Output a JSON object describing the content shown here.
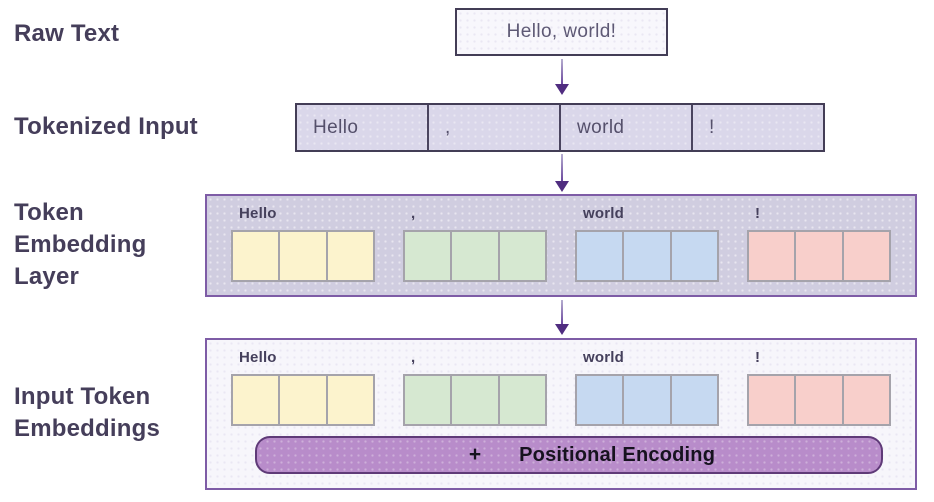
{
  "diagram": {
    "stages": {
      "raw_text": {
        "label": "Raw Text",
        "value": "Hello, world!"
      },
      "tokenized_input": {
        "label": "Tokenized Input",
        "tokens": [
          "Hello",
          ",",
          "world",
          "!"
        ]
      },
      "token_embedding_layer": {
        "label": "Token\nEmbedding\nLayer",
        "tokens": [
          "Hello",
          ",",
          "world",
          "!"
        ],
        "cells_per_token": 3
      },
      "input_token_embeddings": {
        "label": "Input Token\nEmbeddings",
        "tokens": [
          "Hello",
          ",",
          "world",
          "!"
        ],
        "cells_per_token": 3,
        "positional_encoding": {
          "plus": "+",
          "label": "Positional Encoding"
        }
      }
    },
    "colors": {
      "heading_text": "#453e5a",
      "dark_box_border": "#433d56",
      "tokenized_fill": "#dad7ea",
      "panel_border_purple": "#7e5ca6",
      "embed_panel_fill": "#d0cde0",
      "input_panel_fill": "#f7f6fb",
      "token_hello": "#fcf3cd",
      "token_comma": "#d6e8d1",
      "token_world": "#c6d9f1",
      "token_exclaim": "#f8cfcb",
      "cell_border": "#a5a3ab",
      "positional_fill": "#b88cca",
      "positional_border": "#5f3a78",
      "arrow": "#502d80"
    }
  }
}
